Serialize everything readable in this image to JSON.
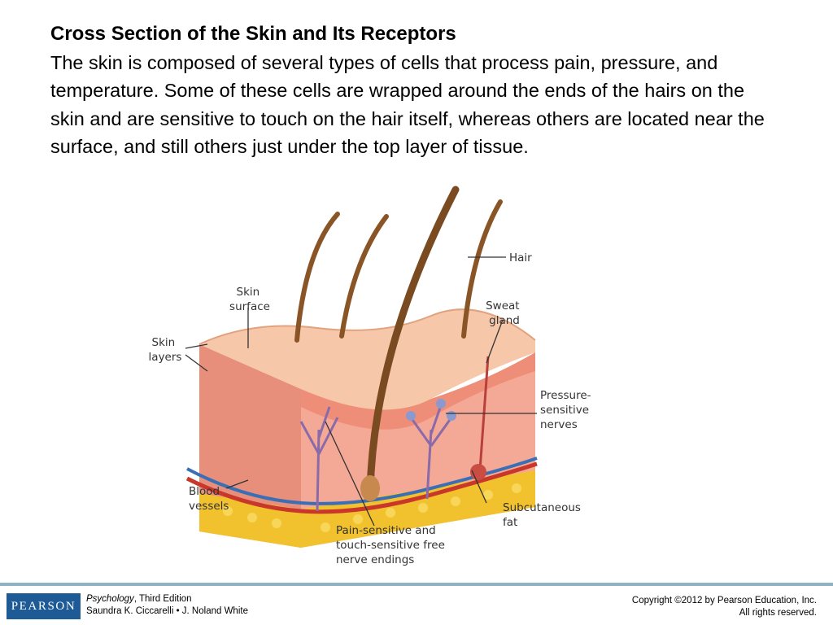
{
  "slide": {
    "title": "Cross Section of the Skin and Its Receptors",
    "body": "The skin is composed of several types of cells that process pain, pressure, and temperature. Some of these cells are wrapped around the ends of the hairs on the skin and are sensitive to touch on the hair itself, whereas others are located near the surface, and still others just under the top layer of tissue."
  },
  "figure": {
    "labels": {
      "skin_surface": [
        "Skin",
        "surface"
      ],
      "skin_layers": [
        "Skin",
        "layers"
      ],
      "hair": "Hair",
      "sweat_gland": [
        "Sweat",
        "gland"
      ],
      "pressure_nerves": [
        "Pressure-",
        "sensitive",
        "nerves"
      ],
      "blood_vessels": [
        "Blood",
        "vessels"
      ],
      "subcutaneous_fat": [
        "Subcutaneous",
        "fat"
      ],
      "free_nerve_endings": [
        "Pain-sensitive and",
        "touch-sensitive free",
        "nerve endings"
      ]
    }
  },
  "footer": {
    "logo": "PEARSON",
    "book_title": "Psychology",
    "book_edition": ", Third Edition",
    "authors": "Saundra K. Ciccarelli • J. Noland White",
    "copyright_line1": "Copyright ©2012 by Pearson Education, Inc.",
    "copyright_line2": "All rights reserved."
  },
  "colors": {
    "accent_blue": "#1e5a96",
    "footer_rule": "#8fb3c4",
    "skin_top": "#f3bf9f",
    "dermis": "#f0a28f",
    "fat": "#f2c22e",
    "hair": "#8a5526"
  }
}
